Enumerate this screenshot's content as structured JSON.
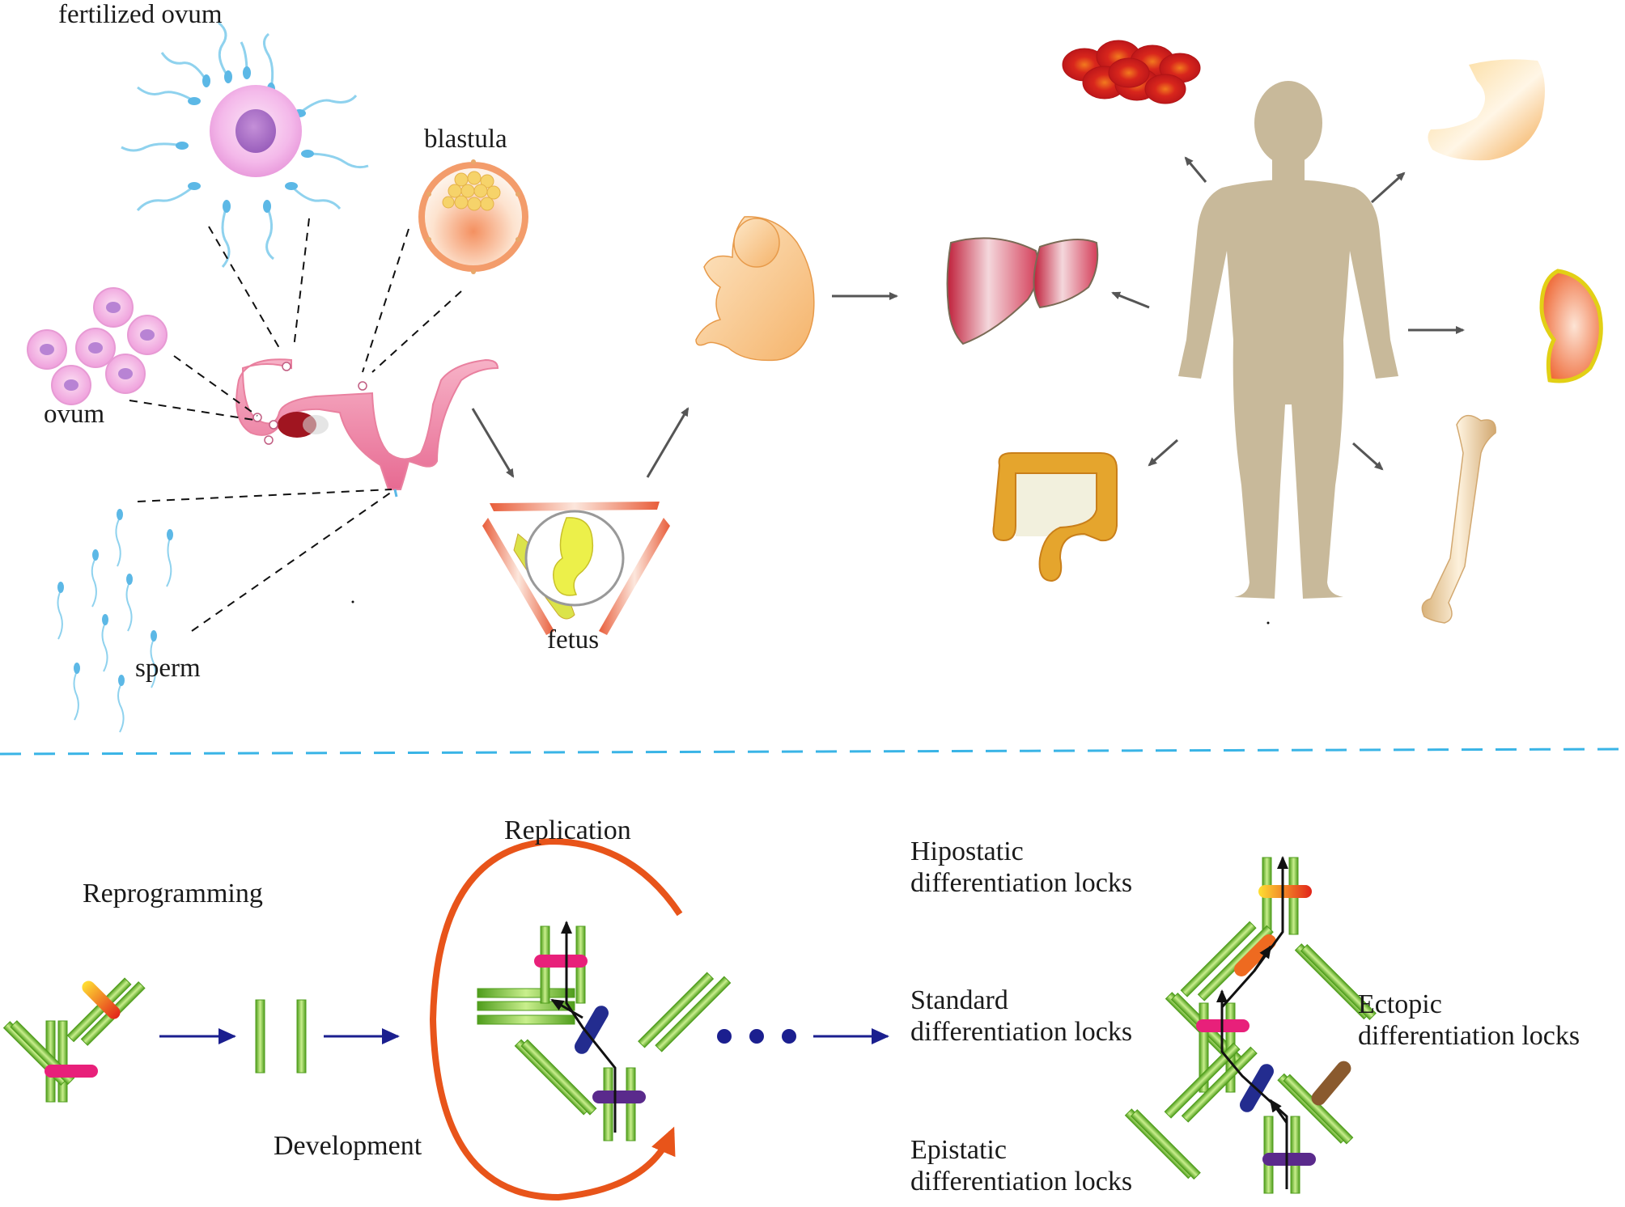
{
  "labels": {
    "fertilized_ovum": "fertilized ovum",
    "blastula": "blastula",
    "ovum": "ovum",
    "sperm": "sperm",
    "fetus": "fetus",
    "replication": "Replication",
    "reprogramming": "Reprogramming",
    "development": "Development",
    "hipostatic_line1": "Hipostatic",
    "hipostatic_line2": "differentiation locks",
    "standard_line1": "Standard",
    "standard_line2": "differentiation locks",
    "epistatic_line1": "Epistatic",
    "epistatic_line2": "differentiation locks",
    "ectopic_line1": "Ectopic",
    "ectopic_line2": "differentiation locks"
  },
  "colors": {
    "divider": "#39b4e6",
    "tube_green": "#7cc23a",
    "flow_arrow_navy": "#1b1f8f",
    "cycle_orange": "#e8541a",
    "lock_pink": "#e8207a",
    "lock_navy": "#232c8f",
    "lock_purple": "#5a2a8c",
    "lock_orange": "#ee6a20",
    "lock_brown": "#8a5a2e",
    "body_silhouette": "#c8b99a",
    "gray_arrow": "#555555"
  }
}
